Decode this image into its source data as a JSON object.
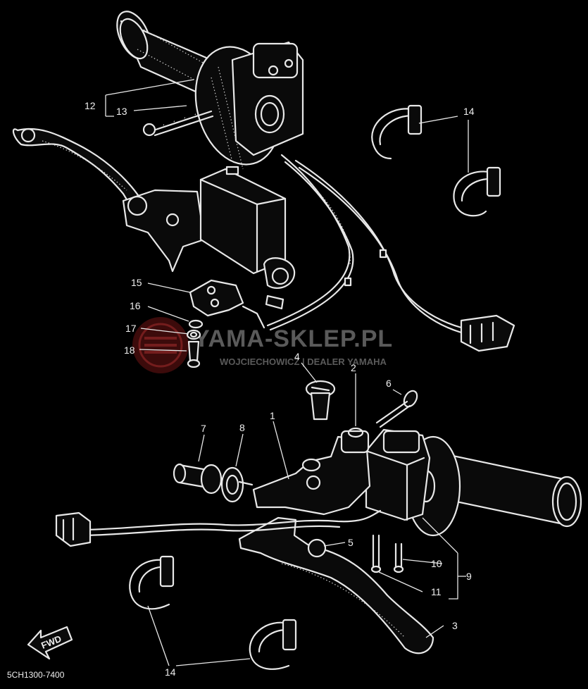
{
  "diagram": {
    "code": "5CH1300-7400",
    "fwd_label": "FWD",
    "watermark": {
      "brand": "YAMA-SKLEP.PL",
      "tagline": "WOJCIECHOWICZ | DEALER YAMAHA"
    },
    "callouts": {
      "c1": "1",
      "c2": "2",
      "c3": "3",
      "c4": "4",
      "c5": "5",
      "c6": "6",
      "c7": "7",
      "c8": "8",
      "c9": "9",
      "c10": "10",
      "c11": "11",
      "c12": "12",
      "c13": "13",
      "c14a": "14",
      "c14b": "14",
      "c15": "15",
      "c16": "16",
      "c17": "17",
      "c18": "18"
    },
    "colors": {
      "background": "#000000",
      "line": "#e8e8e8",
      "watermark": "#5a5a5a",
      "watermark_logo": "#7a1a1a"
    }
  }
}
